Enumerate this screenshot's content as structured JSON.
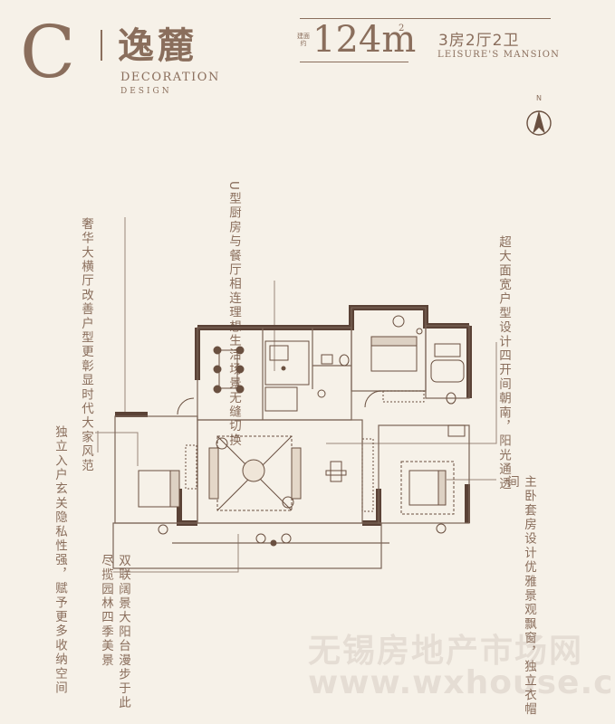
{
  "header": {
    "unit_letter": "C",
    "name": "逸麓",
    "decoration": "DECORATION",
    "design": "DESIGN",
    "area_caption": "建面约",
    "area_value": "124m",
    "area_unit_sup": "2",
    "rooms": "3房2厅2卫",
    "subtitle": "LEISURE'S MANSION"
  },
  "compass": {
    "label": "N"
  },
  "annotations": {
    "kitchen_1": "U型厨房与餐厅相连",
    "kitchen_2": "理想生活场景无缝切换",
    "living_1": "奢华大横厅改善户型",
    "living_2": "更彰显时代大家风范",
    "south_1": "超大面宽户型设计",
    "south_2": "四开间朝南，阳光通透",
    "entry_1": "独立入户玄关",
    "entry_2": "隐私性强，赋予更多收纳空间",
    "master_1": "主卧套房设计",
    "master_2": "优雅景观飘窗，独立衣帽间",
    "balcony_1": "双联阔景大阳台",
    "balcony_2": "漫步于此尽揽园林四季美景"
  },
  "watermark": {
    "line1": "无锡房地产市场网",
    "line2": "www.wxhouse.com"
  },
  "colors": {
    "background": "#f6f1e8",
    "text": "#8a6e5c",
    "wall": "#5a4236",
    "line": "#9b877a"
  }
}
